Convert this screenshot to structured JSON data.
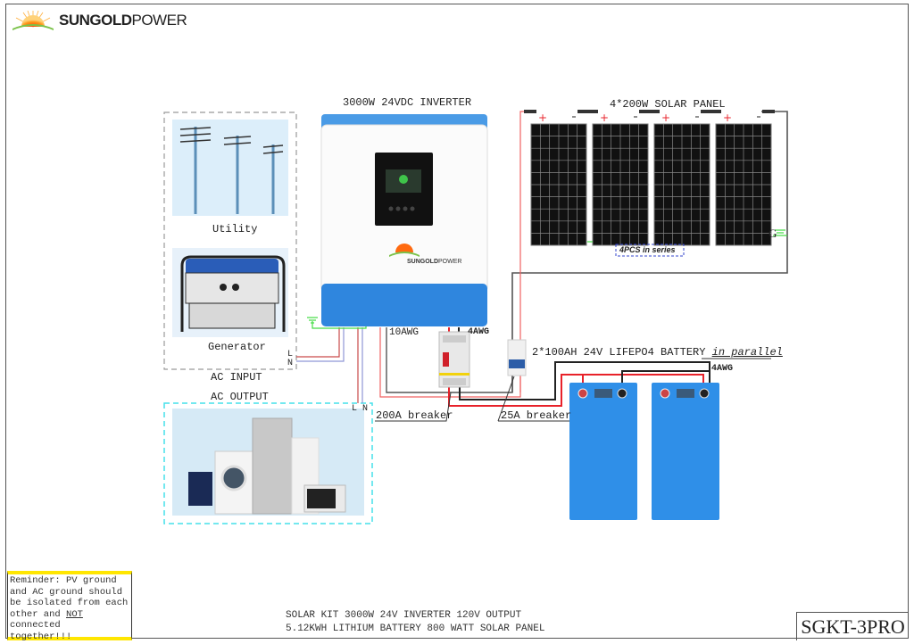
{
  "header": {
    "brand_bold": "SUNGOLD",
    "brand_light": "POWER"
  },
  "inverter": {
    "title": "3000W 24VDC INVERTER",
    "brand_bold": "SUNGOLD",
    "brand_light": "POWER"
  },
  "solar": {
    "title": "4*200W SOLAR PANEL",
    "series_note": "4PCS in series",
    "ground_label": "G",
    "panel_count": 4
  },
  "ac_input": {
    "utility_label": "Utility",
    "generator_label": "Generator",
    "section_label": "AC INPUT",
    "line_label": "L",
    "neutral_label": "N"
  },
  "ac_output": {
    "section_label": "AC OUTPUT",
    "ln_label": "L N"
  },
  "wiring": {
    "ac_gauge": "10AWG",
    "dc_gauge": "4AWG",
    "battery_gauge": "4AWG",
    "main_breaker": "200A breaker",
    "pv_breaker": "25A breaker"
  },
  "battery": {
    "title": "2*100AH 24V LIFEPO4 BATTERY",
    "connection": "in parallel",
    "count": 2
  },
  "reminder": {
    "line1": "Reminder: PV ground",
    "line2": "and AC ground should",
    "line3": "be isolated from each",
    "line4_pre": "other and ",
    "line4_em": "NOT",
    "line4_post": " connected",
    "line5": "together!!!"
  },
  "footer": {
    "line1": "SOLAR KIT 3000W 24V INVERTER 120V OUTPUT",
    "line2": "5.12KWH LITHIUM BATTERY 800 WATT SOLAR PANEL"
  },
  "model": "SGKT-3PRO",
  "colors": {
    "positive_wire": "#e8222a",
    "negative_wire": "#222222",
    "ground_wire": "#44dd44",
    "neutral_wire": "#8f96d6",
    "battery_blue": "#2f8fe8",
    "inverter_blue": "#2f86de",
    "output_border": "#45e0ea",
    "reminder_yellow": "#ffe600"
  }
}
